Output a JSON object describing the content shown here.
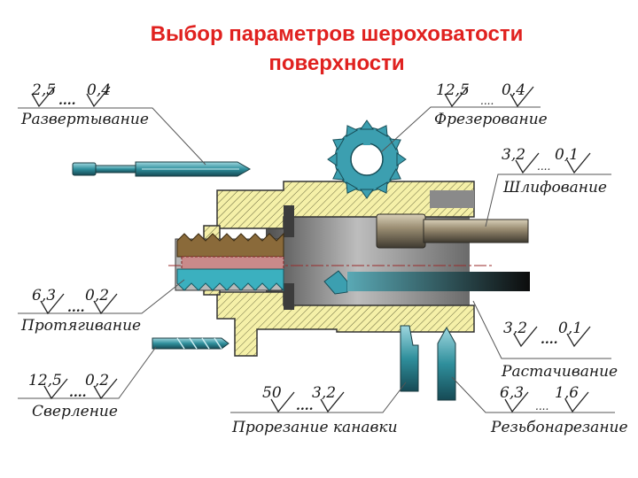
{
  "title": {
    "line1": "Выбор параметров шероховатости",
    "line2": "поверхности"
  },
  "operations": {
    "reaming": {
      "name": "Развертывание",
      "ra_max": "2,5",
      "ra_min": "0,4",
      "dots": "...."
    },
    "milling": {
      "name": "Фрезерование",
      "ra_max": "12,5",
      "ra_min": "0,4",
      "dots": "...."
    },
    "grinding": {
      "name": "Шлифование",
      "ra_max": "3,2",
      "ra_min": "0,1",
      "dots": "...."
    },
    "broaching": {
      "name": "Протягивание",
      "ra_max": "6,3",
      "ra_min": "0,2",
      "dots": "...."
    },
    "boring": {
      "name": "Растачивание",
      "ra_max": "3,2",
      "ra_min": "0,1",
      "dots": "...."
    },
    "drilling": {
      "name": "Сверление",
      "ra_max": "12,5",
      "ra_min": "0,2",
      "dots": "...."
    },
    "grooving": {
      "name": "Прорезание канавки",
      "ra_max": "50",
      "ra_min": "3,2",
      "dots": "...."
    },
    "threading": {
      "name": "Резьбонарезание",
      "ra_max": "6,3",
      "ra_min": "1,6",
      "dots": "...."
    }
  },
  "colors": {
    "title": "#e0211f",
    "hatch": "#f3eea0",
    "tool": "#2e8e9c",
    "part_gray": "#7d7d7d"
  }
}
